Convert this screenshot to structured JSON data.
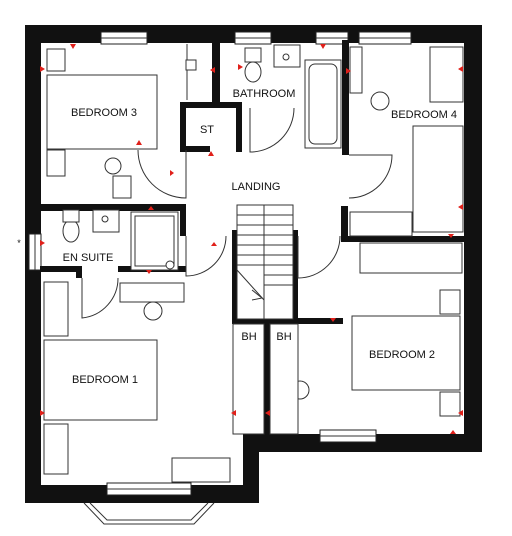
{
  "rooms": {
    "bedroom3": "BEDROOM 3",
    "bathroom": "BATHROOM",
    "bedroom4": "BEDROOM 4",
    "store": "ST",
    "landing": "LANDING",
    "ensuite": "EN SUITE",
    "bedroom1": "BEDROOM 1",
    "bedroom2": "BEDROOM 2",
    "bulkhead_left": "BH",
    "bulkhead_right": "BH"
  },
  "annotations": {
    "window_asterisk": "*"
  },
  "colors": {
    "wall": "#111111",
    "marker": "#e0201a",
    "line": "#333333"
  }
}
